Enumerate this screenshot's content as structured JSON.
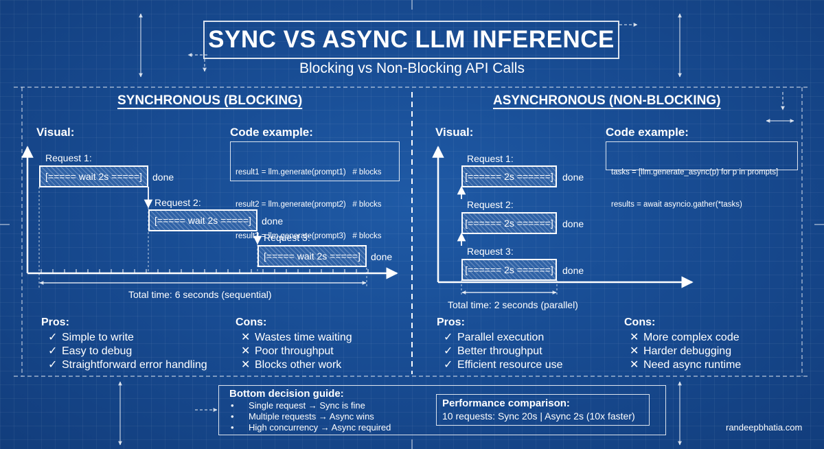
{
  "header": {
    "title": "SYNC VS ASYNC LLM INFERENCE",
    "subtitle": "Blocking vs Non-Blocking API Calls"
  },
  "sync": {
    "heading": "SYNCHRONOUS (BLOCKING)",
    "visual_label": "Visual:",
    "code_label": "Code example:",
    "code_lines": [
      "result1 = llm.generate(prompt1)   # blocks",
      "result2 = llm.generate(prompt2)   # blocks",
      "result3 = llm.generate(prompt3)   # blocks"
    ],
    "requests": [
      {
        "label": "Request 1:",
        "bar": "[===== wait 2s =====]",
        "done": "done"
      },
      {
        "label": "Request 2:",
        "bar": "[===== wait 2s =====]",
        "done": "done"
      },
      {
        "label": "Request 3:",
        "bar": "[===== wait 2s =====]",
        "done": "done"
      }
    ],
    "total": "Total time: 6 seconds (sequential)",
    "pros_label": "Pros:",
    "pros": [
      "Simple to write",
      "Easy to debug",
      "Straightforward error handling"
    ],
    "cons_label": "Cons:",
    "cons": [
      "Wastes time waiting",
      "Poor throughput",
      "Blocks other work"
    ]
  },
  "async": {
    "heading": "ASYNCHRONOUS (NON-BLOCKING)",
    "visual_label": "Visual:",
    "code_label": "Code example:",
    "code_lines": [
      "tasks = [llm.generate_async(p) for p in prompts]",
      "results = await asyncio.gather(*tasks)"
    ],
    "requests": [
      {
        "label": "Request 1:",
        "bar": "[====== 2s ======]",
        "done": "done"
      },
      {
        "label": "Request 2:",
        "bar": "[====== 2s ======]",
        "done": "done"
      },
      {
        "label": "Request 3:",
        "bar": "[====== 2s ======]",
        "done": "done"
      }
    ],
    "total": "Total time: 2 seconds (parallel)",
    "pros_label": "Pros:",
    "pros": [
      "Parallel execution",
      "Better throughput",
      "Efficient resource use"
    ],
    "cons_label": "Cons:",
    "cons": [
      "More complex code",
      "Harder debugging",
      "Need async runtime"
    ]
  },
  "marks": {
    "check": "✓",
    "cross": "✕",
    "bullet": "•"
  },
  "guide": {
    "title": "Bottom decision guide:",
    "items": [
      "Single request → Sync is fine",
      "Multiple requests → Async wins",
      "High concurrency → Async required"
    ]
  },
  "performance": {
    "title": "Performance comparison:",
    "text": "10 requests: Sync 20s | Async 2s (10x faster)"
  },
  "credit": "randeepbhatia.com",
  "colors": {
    "background": "#184c93",
    "line": "#ffffff"
  }
}
